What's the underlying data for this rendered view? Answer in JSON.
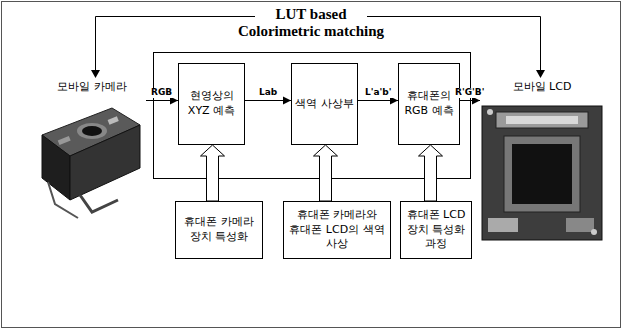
{
  "diagram": {
    "title": "LUT based Colorimetric matching",
    "nodes": [
      {
        "text": [
          "모바일 카메라"
        ]
      },
      {
        "text": [
          "현영상의 XYZ 예측"
        ]
      },
      {
        "text": [
          "색역 사상부"
        ]
      },
      {
        "text": [
          "휴대폰의 RGB 예측"
        ]
      },
      {
        "text": [
          "모바일 LCD"
        ]
      },
      {
        "text": [
          "휴대폰 카메라 장치 특성화"
        ]
      },
      {
        "text": [
          "휴대폰 카메라와 휴대폰 LCD의 색역 사상"
        ]
      },
      {
        "text": [
          "휴대폰 LCD 장치 특성화 과정"
        ]
      }
    ],
    "edges": [
      {
        "from": 0,
        "to": 1,
        "label": "RGB",
        "arrow": "to"
      },
      {
        "from": 1,
        "to": 2,
        "label": "Lab",
        "arrow": "to"
      },
      {
        "from": 2,
        "to": 3,
        "label": "L'a'b'",
        "arrow": "to"
      },
      {
        "from": 3,
        "to": 4,
        "label": "R'G'B'",
        "arrow": "to"
      },
      {
        "from": 5,
        "to": 1,
        "arrow": "to"
      },
      {
        "from": 6,
        "to": 2,
        "arrow": "to"
      },
      {
        "from": 7,
        "to": 3,
        "arrow": "to"
      }
    ]
  }
}
